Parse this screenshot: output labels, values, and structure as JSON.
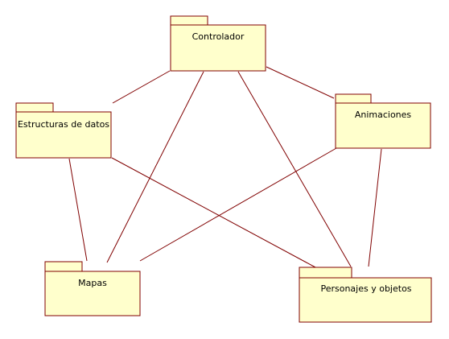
{
  "diagram": {
    "type": "uml-package-diagram",
    "colors": {
      "fill": "#ffffcc",
      "stroke": "#800000",
      "text": "#000000"
    },
    "packages": [
      {
        "id": "controlador",
        "label": "Controlador"
      },
      {
        "id": "estructuras",
        "label": "Estructuras de datos"
      },
      {
        "id": "animaciones",
        "label": "Animaciones"
      },
      {
        "id": "mapas",
        "label": "Mapas"
      },
      {
        "id": "personajes",
        "label": "Personajes y objetos"
      }
    ],
    "links": [
      {
        "from": "controlador",
        "to": "estructuras"
      },
      {
        "from": "controlador",
        "to": "animaciones"
      },
      {
        "from": "controlador",
        "to": "mapas"
      },
      {
        "from": "controlador",
        "to": "personajes"
      },
      {
        "from": "estructuras",
        "to": "mapas"
      },
      {
        "from": "estructuras",
        "to": "personajes"
      },
      {
        "from": "animaciones",
        "to": "mapas"
      },
      {
        "from": "animaciones",
        "to": "personajes"
      }
    ]
  }
}
